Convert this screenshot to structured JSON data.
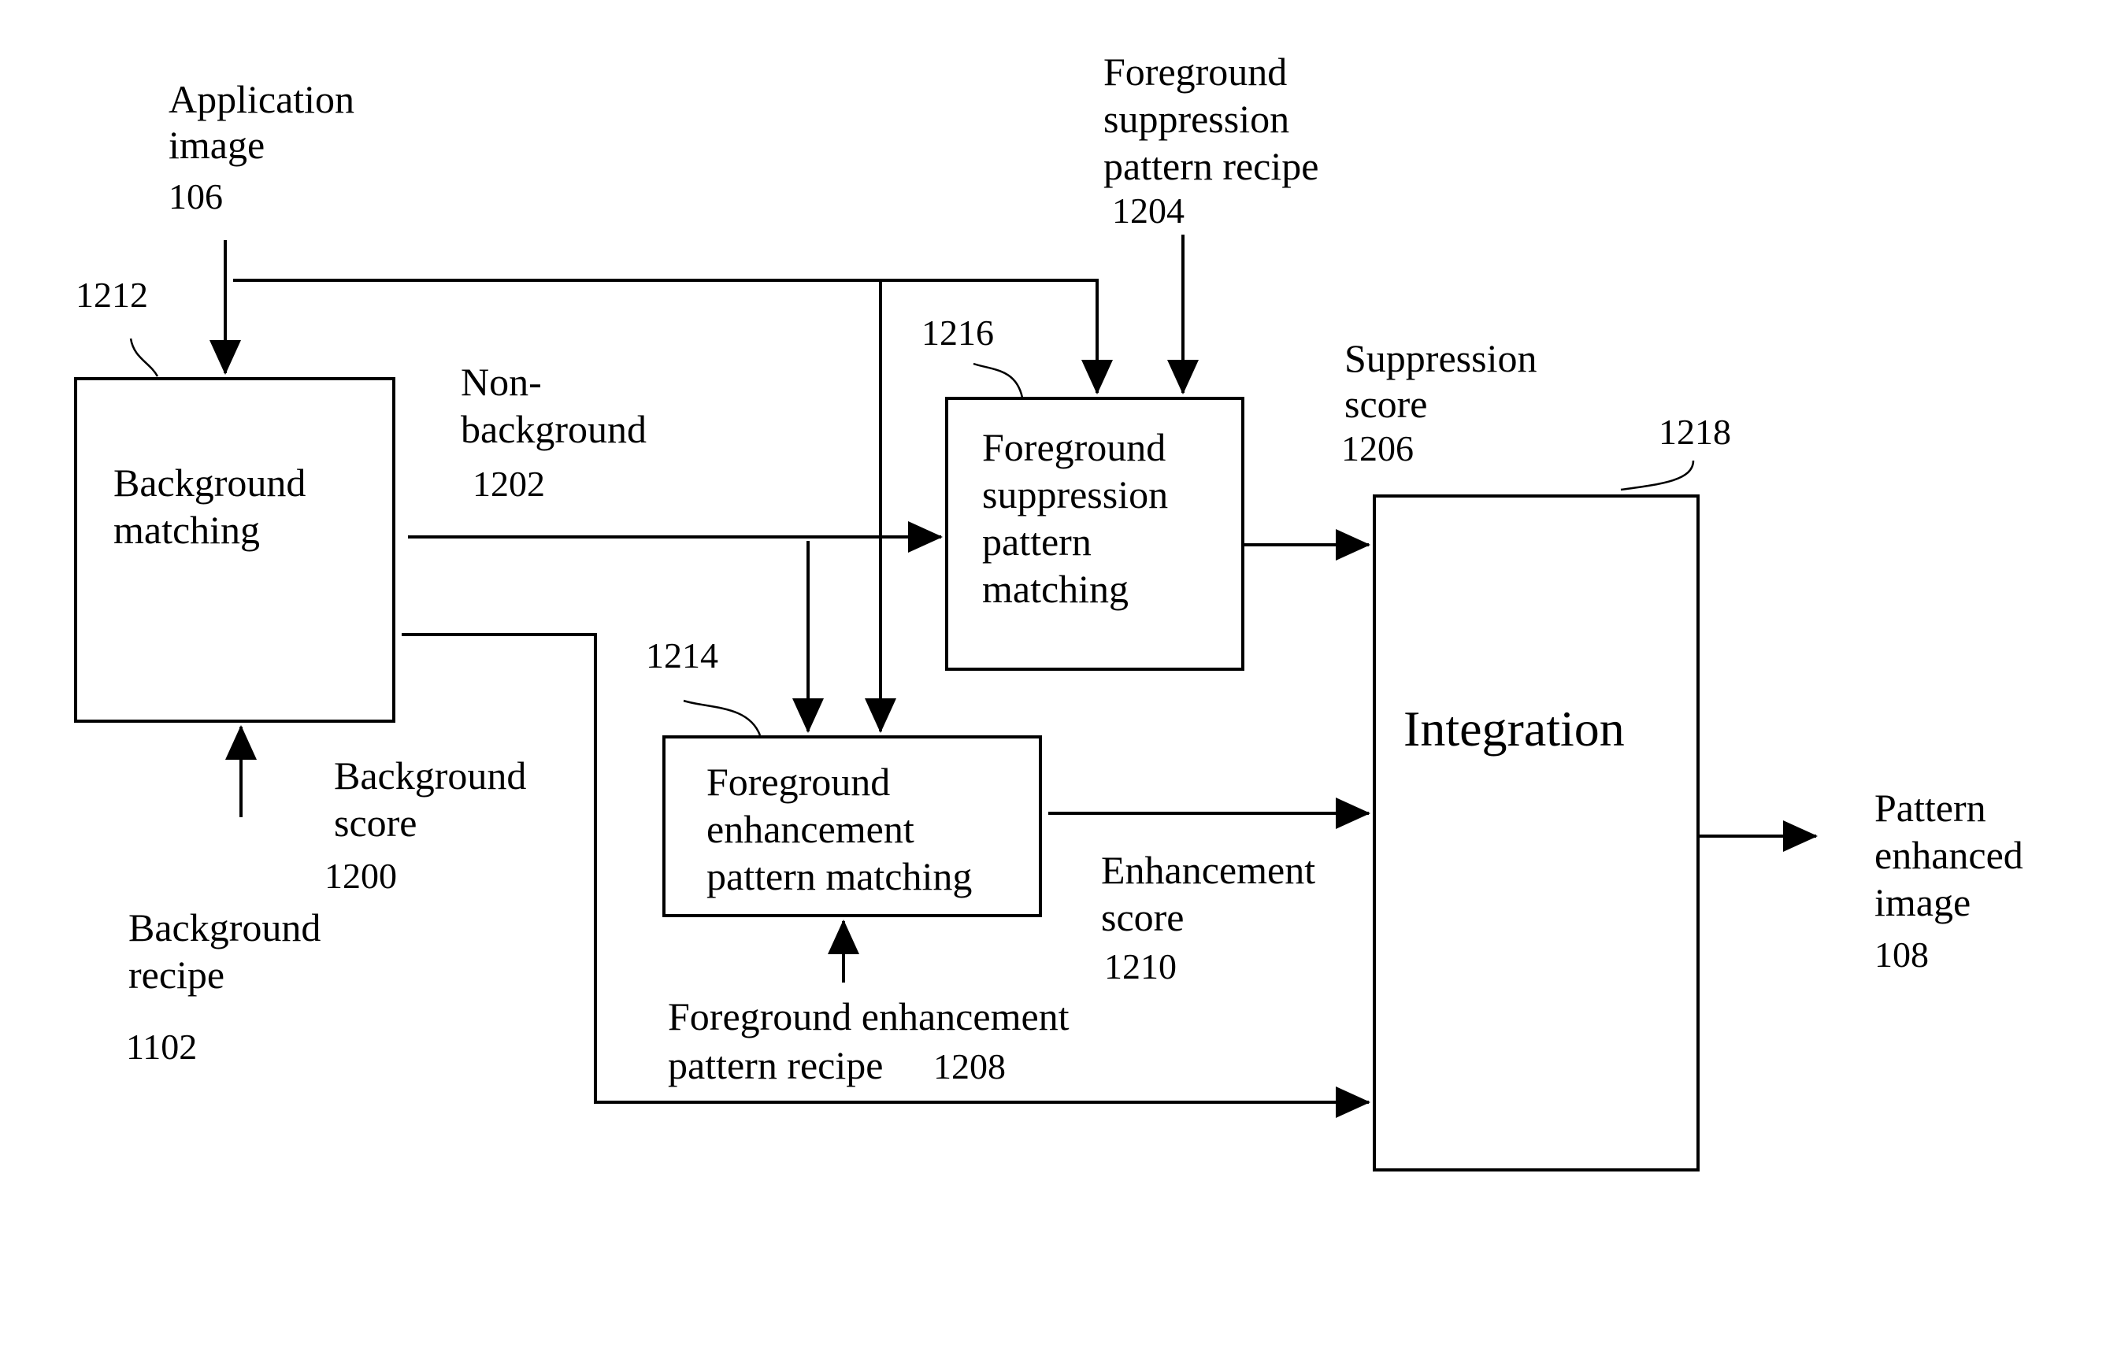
{
  "inputs": {
    "application_image": {
      "line1": "Application",
      "line2": "image",
      "ref": "106"
    },
    "background_recipe": {
      "line1": "Background",
      "line2": "recipe",
      "ref": "1102"
    },
    "fg_suppression_recipe": {
      "line1": "Foreground",
      "line2": "suppression",
      "line3": "pattern recipe",
      "ref": "1204"
    },
    "fg_enhancement_recipe": {
      "line1": "Foreground enhancement",
      "line2": "pattern recipe",
      "ref": "1208"
    }
  },
  "blocks": {
    "background_matching": {
      "ref": "1212",
      "line1": "Background",
      "line2": "matching"
    },
    "fg_suppression_matching": {
      "ref": "1216",
      "line1": "Foreground",
      "line2": "suppression",
      "line3": "pattern",
      "line4": "matching"
    },
    "fg_enhancement_matching": {
      "ref": "1214",
      "line1": "Foreground",
      "line2": "enhancement",
      "line3": "pattern matching"
    },
    "integration": {
      "ref": "1218",
      "label": "Integration"
    }
  },
  "signals": {
    "non_background": {
      "line1": "Non-",
      "line2": "background",
      "ref": "1202"
    },
    "background_score": {
      "line1": "Background",
      "line2": "score",
      "ref": "1200"
    },
    "suppression_score": {
      "line1": "Suppression",
      "line2": "score",
      "ref": "1206"
    },
    "enhancement_score": {
      "line1": "Enhancement",
      "line2": "score",
      "ref": "1210"
    }
  },
  "output": {
    "line1": "Pattern",
    "line2": "enhanced",
    "line3": "image",
    "ref": "108"
  }
}
